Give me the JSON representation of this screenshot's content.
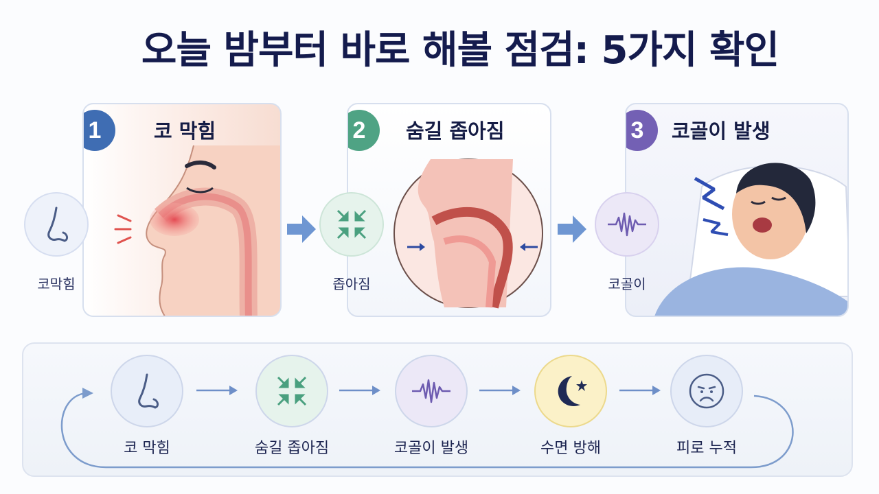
{
  "title": "오늘 밤부터 바로 해볼 점검: 5가지 확인",
  "steps": [
    {
      "number": "1",
      "title": "코 막힘",
      "side_label": "코막힘",
      "color": "#3f6db3"
    },
    {
      "number": "2",
      "title": "숨길 좁아짐",
      "side_label": "좁아짐",
      "color": "#4fa384"
    },
    {
      "number": "3",
      "title": "코골이 발생",
      "side_label": "코골이",
      "color": "#7360b4"
    }
  ],
  "cycle": [
    {
      "label": "코 막힘",
      "icon": "nose-icon",
      "bg": "#e8eef9"
    },
    {
      "label": "숨길 좁아짐",
      "icon": "compress-arrows-icon",
      "bg": "#e6f3ec"
    },
    {
      "label": "코골이 발생",
      "icon": "sound-wave-icon",
      "bg": "#ece8f7"
    },
    {
      "label": "수면 방해",
      "icon": "moon-star-icon",
      "bg": "#fbf1c8"
    },
    {
      "label": "피로 누적",
      "icon": "tired-face-icon",
      "bg": "#e7edf8"
    }
  ]
}
